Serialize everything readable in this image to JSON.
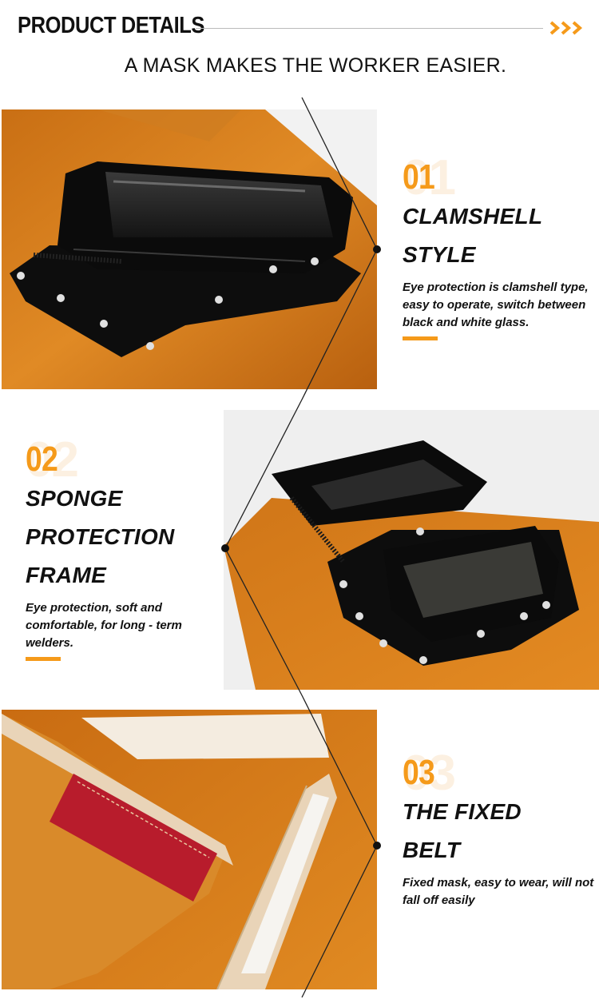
{
  "header": {
    "title": "PRODUCT DETAILS",
    "subtitle": "A MASK MAKES THE WORKER EASIER.",
    "arrows_icon": "chevron-right-triple-icon"
  },
  "features": [
    {
      "number": "01",
      "title": "CLAMSHELL\nSTYLE",
      "description": "Eye protection is clamshell type, easy to operate, switch between black and white glass."
    },
    {
      "number": "02",
      "title": "SPONGE\nPROTECTION\nFRAME",
      "description": "Eye protection, soft and comfortable, for long - term welders."
    },
    {
      "number": "03",
      "title": "THE FIXED\nBELT",
      "description": "Fixed mask, easy to wear, will not fall off easily"
    }
  ],
  "colors": {
    "accent": "#f59a1a",
    "leather": "#d9821f",
    "frame": "#0c0c0c",
    "strap_red": "#b31a2a"
  }
}
